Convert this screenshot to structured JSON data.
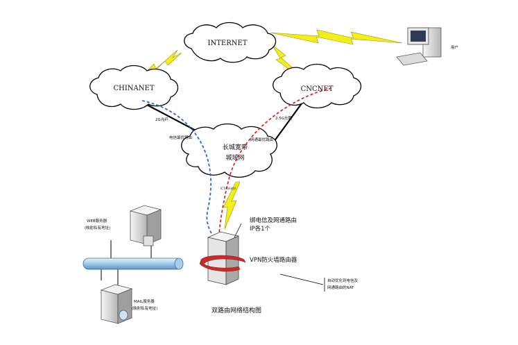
{
  "clouds": {
    "internet": "INTERNET",
    "chinanet": "CHINANET",
    "cncnet": "CNCNET",
    "metro_line1": "长城宽带",
    "metro_line2": "城域网"
  },
  "user_label": "用户",
  "link_labels": {
    "left": "2G光纤",
    "right": "2.5G光联",
    "telecom_route": "电信最优路由",
    "netcom_route": "网通最优路由",
    "fiber": "ICT光纤光纤"
  },
  "router": {
    "bind_line1": "绑电信及网通路由",
    "bind_line2": "IP各1个",
    "name": "VPN防火墙路由器"
  },
  "nat_note": {
    "line1": "自动优化到电信及",
    "line2": "网通路由的NAT"
  },
  "servers": {
    "web_line1": "WEB服务器",
    "web_line2": "(映射私有地址)",
    "mail_line1": "MAIL服务器",
    "mail_line2": "(映射私有地址)"
  },
  "caption": "双路由网络结构图",
  "colors": {
    "lightning": "#f2ee1a",
    "telecom_path": "#2b66c8",
    "netcom_path": "#d6272b",
    "bus": "#b7d8ee"
  }
}
